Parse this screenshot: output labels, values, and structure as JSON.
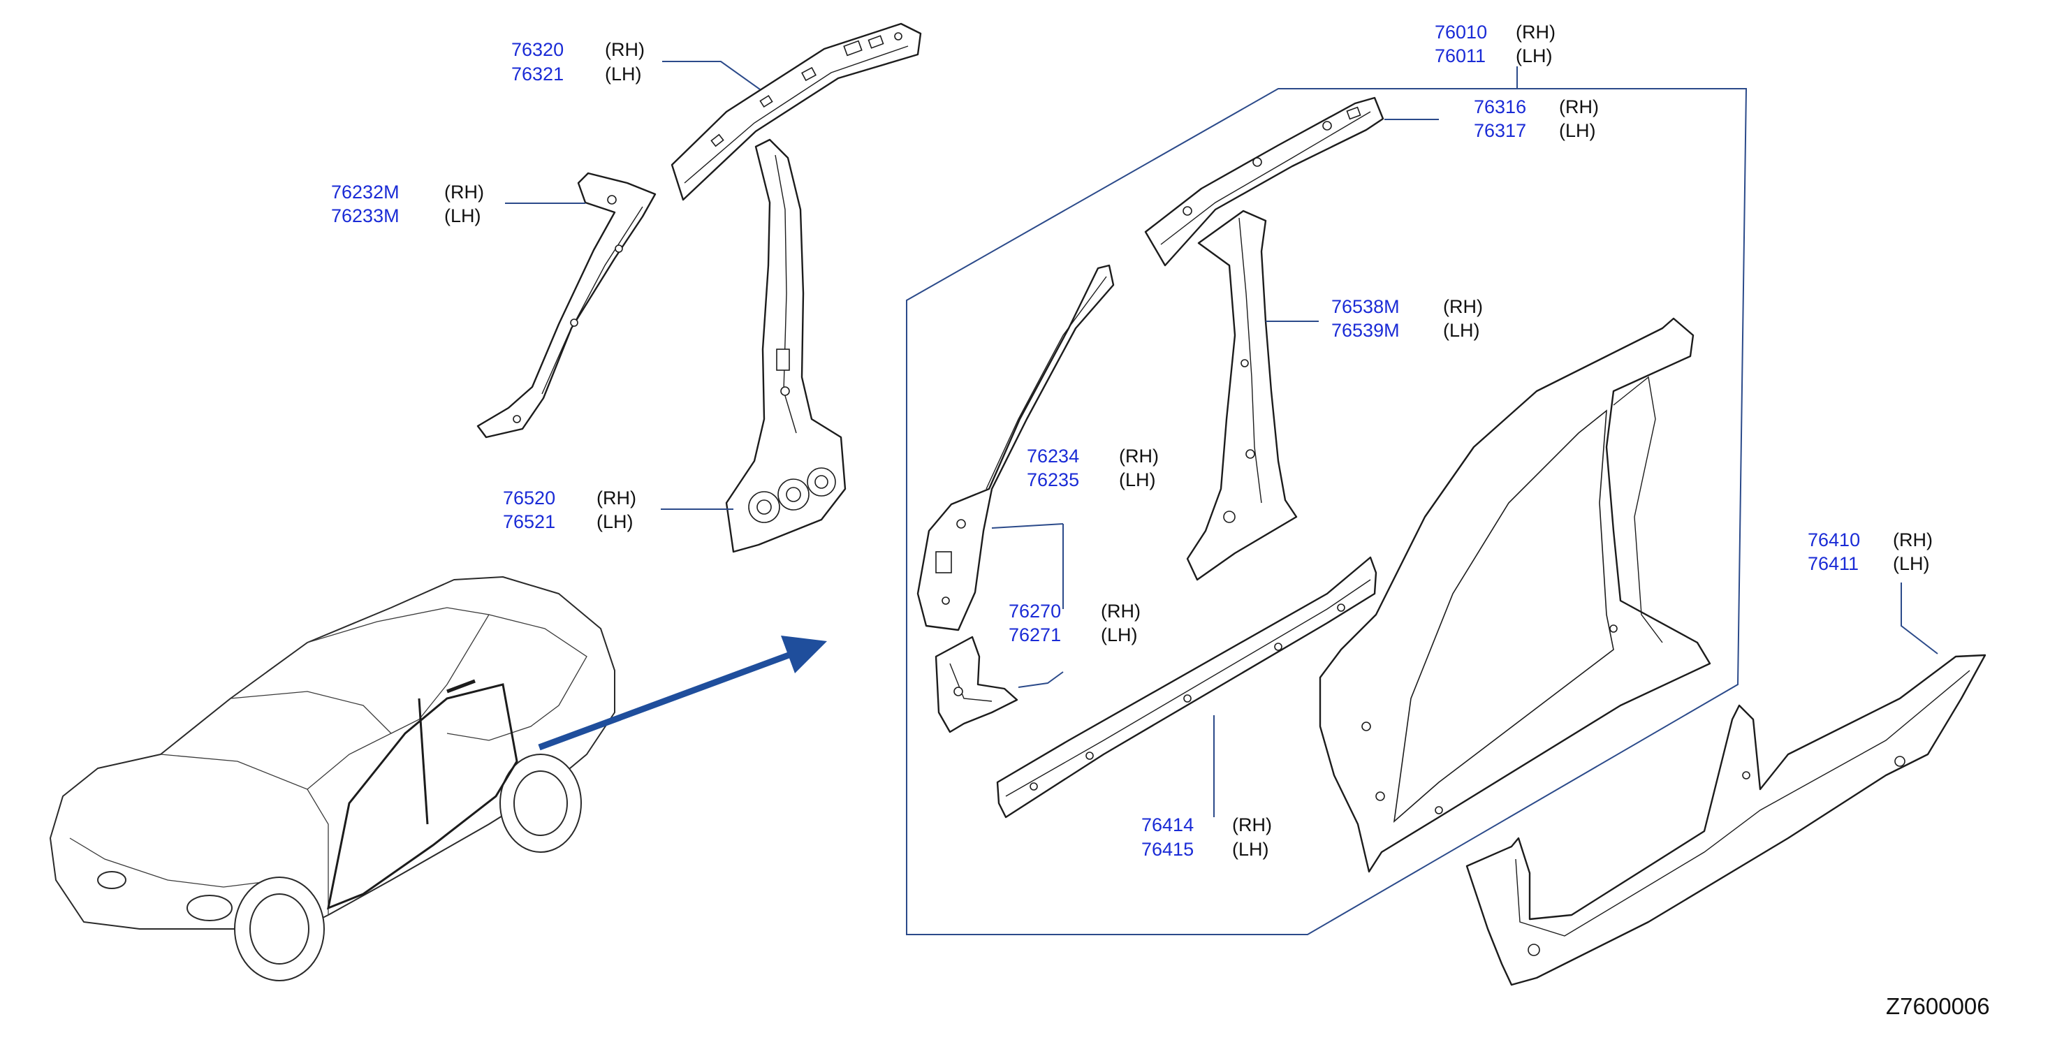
{
  "callouts": [
    {
      "parts": [
        "76320",
        "76321"
      ],
      "sides": [
        "(RH)",
        "(LH)"
      ]
    },
    {
      "parts": [
        "76232M",
        "76233M"
      ],
      "sides": [
        "(RH)",
        "(LH)"
      ]
    },
    {
      "parts": [
        "76520",
        "76521"
      ],
      "sides": [
        "(RH)",
        "(LH)"
      ]
    },
    {
      "parts": [
        "76010",
        "76011"
      ],
      "sides": [
        "(RH)",
        "(LH)"
      ]
    },
    {
      "parts": [
        "76316",
        "76317"
      ],
      "sides": [
        "(RH)",
        "(LH)"
      ]
    },
    {
      "parts": [
        "76538M",
        "76539M"
      ],
      "sides": [
        "(RH)",
        "(LH)"
      ]
    },
    {
      "parts": [
        "76234",
        "76235"
      ],
      "sides": [
        "(RH)",
        "(LH)"
      ]
    },
    {
      "parts": [
        "76270",
        "76271"
      ],
      "sides": [
        "(RH)",
        "(LH)"
      ]
    },
    {
      "parts": [
        "76414",
        "76415"
      ],
      "sides": [
        "(RH)",
        "(LH)"
      ]
    },
    {
      "parts": [
        "76410",
        "76411"
      ],
      "sides": [
        "(RH)",
        "(LH)"
      ]
    }
  ],
  "diagram_code": "Z7600006",
  "colors": {
    "part_number": "#1a2bd6",
    "leader": "#2b4a8a",
    "arrow": "#1f4e9c",
    "outline": "#1c1c1c"
  }
}
